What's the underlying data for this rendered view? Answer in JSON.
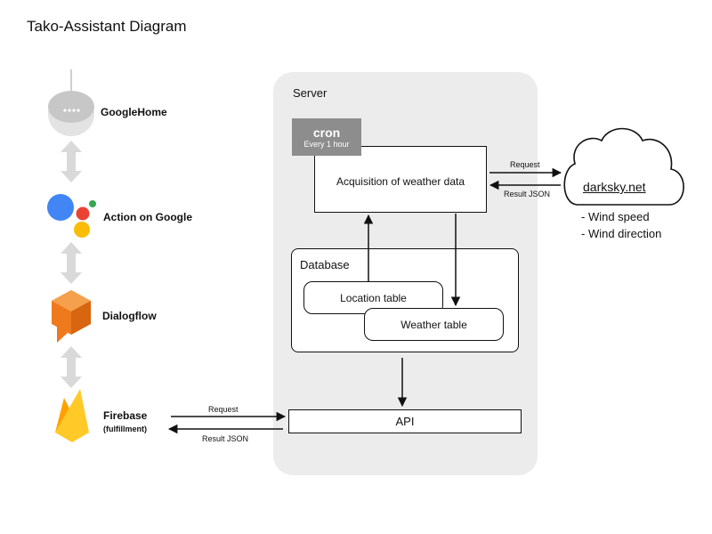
{
  "title": "Tako-Assistant Diagram",
  "services": {
    "googlehome": "GoogleHome",
    "action": "Action on Google",
    "dialogflow": "Dialogflow",
    "firebase": "Firebase",
    "firebase_sub": "(fulfillment)"
  },
  "server": {
    "label": "Server",
    "cron_title": "cron",
    "cron_sub": "Every 1 hour",
    "acquisition": "Acquisition of weather data",
    "database": "Database",
    "location_table": "Location table",
    "weather_table": "Weather table",
    "api": "API"
  },
  "external": {
    "name": "darksky.net",
    "request": "Request",
    "result": "Result JSON",
    "bullets": [
      "- Wind speed",
      "- Wind direction"
    ]
  },
  "firebase_link": {
    "request": "Request",
    "result": "Result JSON"
  },
  "colors": {
    "server_bg": "#ececec",
    "cron_bg": "#8d8d8d",
    "arrow_gray": "#d9d9d9",
    "google_blue": "#4285f4",
    "google_red": "#ea4335",
    "google_yellow": "#fbbc05",
    "google_green": "#34a853",
    "dialogflow_orange": "#ef7a1e",
    "firebase_yellow": "#ffca28"
  }
}
